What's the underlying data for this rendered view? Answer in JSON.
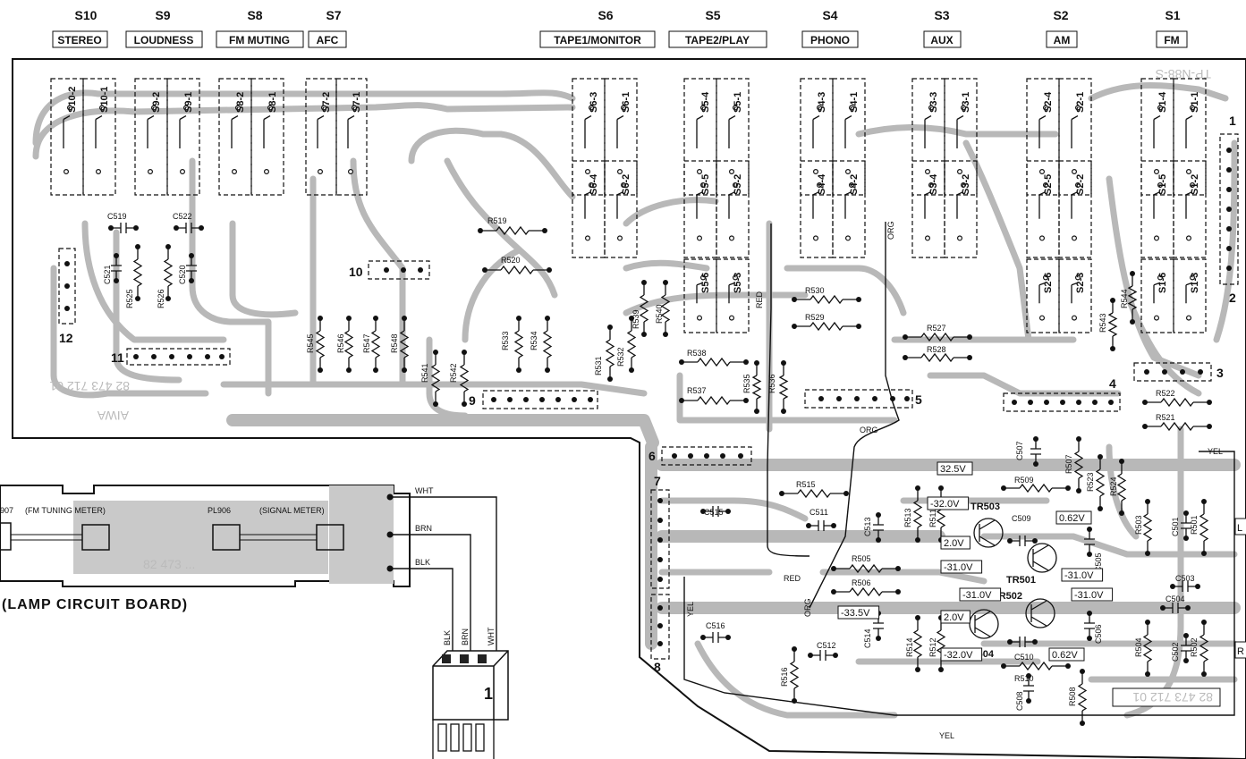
{
  "switches": [
    {
      "num": "S10",
      "name": "STEREO",
      "contacts": [
        "S10-2",
        "S10-1"
      ],
      "lower": []
    },
    {
      "num": "S9",
      "name": "LOUDNESS",
      "contacts": [
        "S9-2",
        "S9-1"
      ],
      "lower": []
    },
    {
      "num": "S8",
      "name": "FM MUTING",
      "contacts": [
        "S8-2",
        "S8-1"
      ],
      "lower": []
    },
    {
      "num": "S7",
      "name": "AFC",
      "contacts": [
        "S7-2",
        "S7-1"
      ],
      "lower": []
    },
    {
      "num": "S6",
      "name": "TAPE1/MONITOR",
      "contacts": [
        "S6-3",
        "S6-1"
      ],
      "lower": [
        "S6-4",
        "S6-2"
      ]
    },
    {
      "num": "S5",
      "name": "TAPE2/PLAY",
      "contacts": [
        "S5-4",
        "S5-1"
      ],
      "lower": [
        "S5-5",
        "S5-2"
      ],
      "lower2": [
        "S5-6",
        "S5-3"
      ]
    },
    {
      "num": "S4",
      "name": "PHONO",
      "contacts": [
        "S4-3",
        "S4-1"
      ],
      "lower": [
        "S4-4",
        "S4-2"
      ]
    },
    {
      "num": "S3",
      "name": "AUX",
      "contacts": [
        "S3-3",
        "S3-1"
      ],
      "lower": [
        "S3-4",
        "S3-2"
      ]
    },
    {
      "num": "S2",
      "name": "AM",
      "contacts": [
        "S2-4",
        "S2-1"
      ],
      "lower": [
        "S2-5",
        "S2-2"
      ],
      "lower2": [
        "S2-6",
        "S2-3"
      ]
    },
    {
      "num": "S1",
      "name": "FM",
      "contacts": [
        "S1-4",
        "S1-1"
      ],
      "lower": [
        "S1-5",
        "S1-2"
      ],
      "lower2": [
        "S1-6",
        "S1-3"
      ]
    }
  ],
  "board_marks": {
    "tp": "TP-N88-S",
    "aiwa": "AIWA",
    "part_no": "82 473 712 01",
    "part_no_br": "82 473 712 01",
    "lamp_part": "82 473 ..."
  },
  "connectors": [
    "1",
    "2",
    "3",
    "4",
    "5",
    "6",
    "7",
    "8",
    "9",
    "10",
    "11",
    "12"
  ],
  "resistors": [
    "R519",
    "R520",
    "R525",
    "R526",
    "R545",
    "R546",
    "R547",
    "R548",
    "R541",
    "R542",
    "R533",
    "R534",
    "R531",
    "R532",
    "R539",
    "R540",
    "R538",
    "R537",
    "R535",
    "R536",
    "R530",
    "R529",
    "R527",
    "R528",
    "R543",
    "R544",
    "R522",
    "R521",
    "R515",
    "R509",
    "R513",
    "R511",
    "R507",
    "R523",
    "R524",
    "R505",
    "R506",
    "R503",
    "R501",
    "R514",
    "R512",
    "R510",
    "R508",
    "R516",
    "R504",
    "R502"
  ],
  "capacitors": [
    "C519",
    "C522",
    "C521",
    "C520",
    "C507",
    "C515",
    "C511",
    "C513",
    "C509",
    "C505",
    "C501",
    "C503",
    "C504",
    "C516",
    "C512",
    "C514",
    "C510",
    "C506",
    "C502",
    "C508"
  ],
  "transistors": [
    "TR503",
    "TR501",
    "TR502",
    "TR504"
  ],
  "voltages": [
    "32.5V",
    "-32.0V",
    "0.62V",
    "2.0V",
    "-31.0V",
    "-31.0V",
    "-31.0V",
    "-33.5V",
    "-31.0V",
    "2.0V",
    "-32.0V",
    "0.62V"
  ],
  "wire_colors": {
    "red": "RED",
    "org": "ORG",
    "yel": "YEL",
    "wht": "WHT",
    "brn": "BRN",
    "blk": "BLK"
  },
  "lamp_board": {
    "caption": "(LAMP CIRCUIT BOARD)",
    "left_label": "907",
    "pl_left": "(FM TUNING METER)",
    "pl_right_id": "PL906",
    "pl_right": "(SIGNAL METER)"
  },
  "plug_wires": [
    "BLK",
    "BRN",
    "WHT"
  ],
  "plug_num": "1",
  "edge_labels": {
    "L": "L",
    "R": "R"
  }
}
